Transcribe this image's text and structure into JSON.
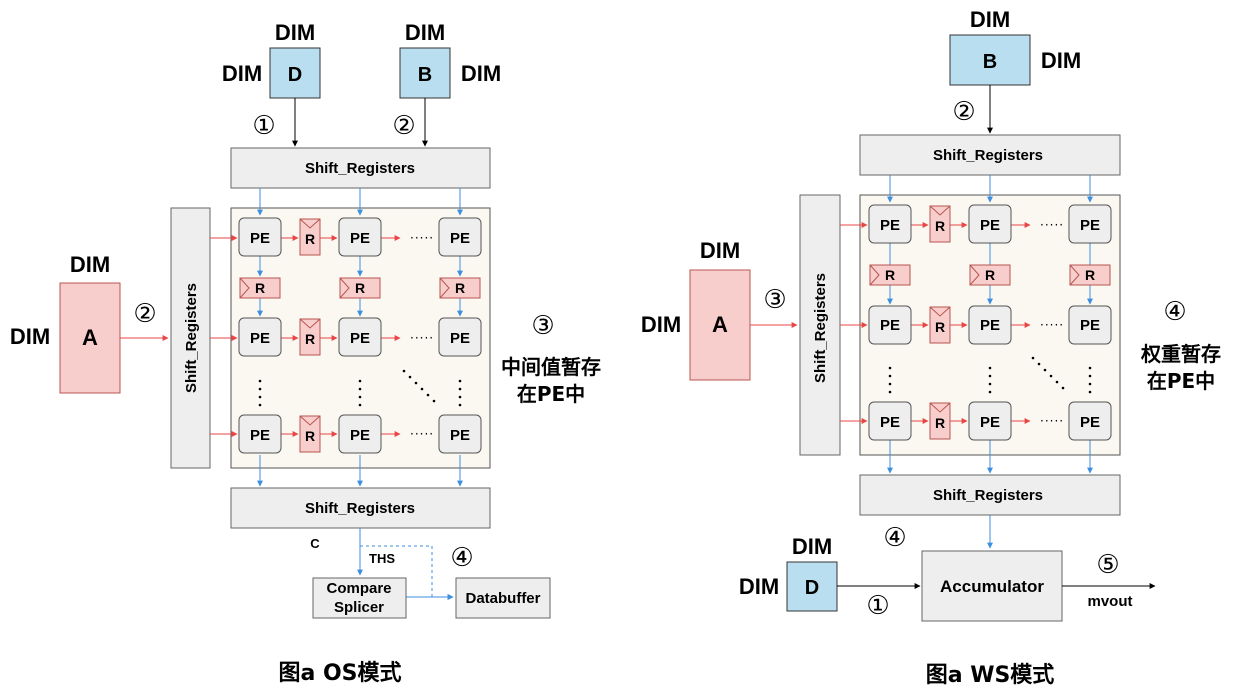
{
  "colors": {
    "blue_fill": "#b8def0",
    "red_fill": "#f8cecc",
    "red_stroke": "#b85450",
    "gray_fill": "#eeeeee",
    "grid_fill": "#fbf8f1",
    "blue_arrow": "#3d8fe0",
    "red_arrow": "#e84646"
  },
  "labels": {
    "dim": "DIM",
    "pe": "PE",
    "r": "R",
    "dots_h": "·····",
    "shift_registers": "Shift_Registers",
    "matrix_a": "A",
    "matrix_b": "B",
    "matrix_d": "D"
  },
  "left": {
    "step1": "①",
    "step2_top": "②",
    "step2_left": "②",
    "step3": "③",
    "step4": "④",
    "note_line1": "中间值暂存",
    "note_line2": "在PE中",
    "c_label": "C",
    "ths_label": "THS",
    "compare_line1": "Compare",
    "compare_line2": "Splicer",
    "databuffer": "Databuffer",
    "caption": "图a OS模式"
  },
  "right": {
    "step2": "②",
    "step3": "③",
    "step4_top": "④",
    "step4_acc": "④",
    "step1": "①",
    "step5": "⑤",
    "note_line1": "权重暂存",
    "note_line2": "在PE中",
    "accumulator": "Accumulator",
    "mvout": "mvout",
    "caption": "图a WS模式"
  }
}
